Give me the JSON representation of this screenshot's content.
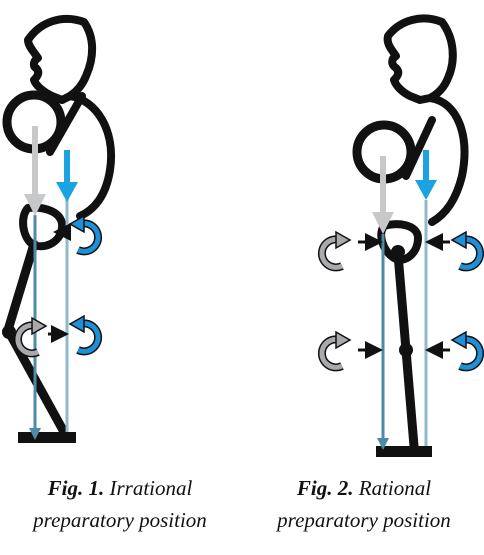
{
  "figures": [
    {
      "fig_label": "Fig. 1.",
      "caption_line1": "Irrational",
      "caption_line2": "preparatory position"
    },
    {
      "fig_label": "Fig. 2.",
      "caption_line1": "Rational",
      "caption_line2": "preparatory position"
    }
  ],
  "colors": {
    "body_outline": "#111111",
    "gravity_arrow": "#c7c8ca",
    "center_arrow": "#1aa3e0",
    "moment_blue": "#1f8fd8",
    "moment_gray": "#a7a9ac",
    "plumb_line_steel": "#4f8aa6",
    "plumb_line_light": "#8fb8cc"
  },
  "icons": [
    "rotation-arrow-icon",
    "force-arrow-icon",
    "plumb-line-icon"
  ]
}
